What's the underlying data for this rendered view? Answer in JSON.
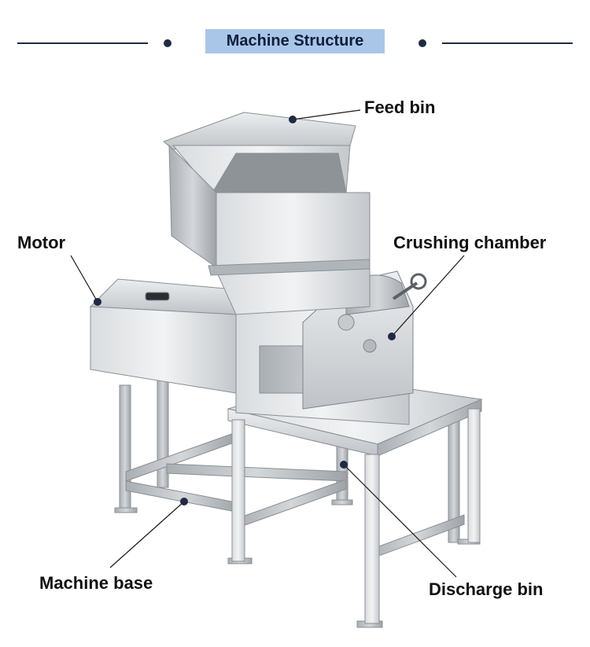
{
  "title": "Machine Structure",
  "labels": {
    "feed_bin": "Feed bin",
    "motor": "Motor",
    "crushing_chamber": "Crushing chamber",
    "machine_base": "Machine base",
    "discharge_bin": "Discharge bin"
  },
  "colors": {
    "header": "#1f2a44",
    "title_background": "#a9c6e8",
    "marker": "#1f2a44"
  }
}
